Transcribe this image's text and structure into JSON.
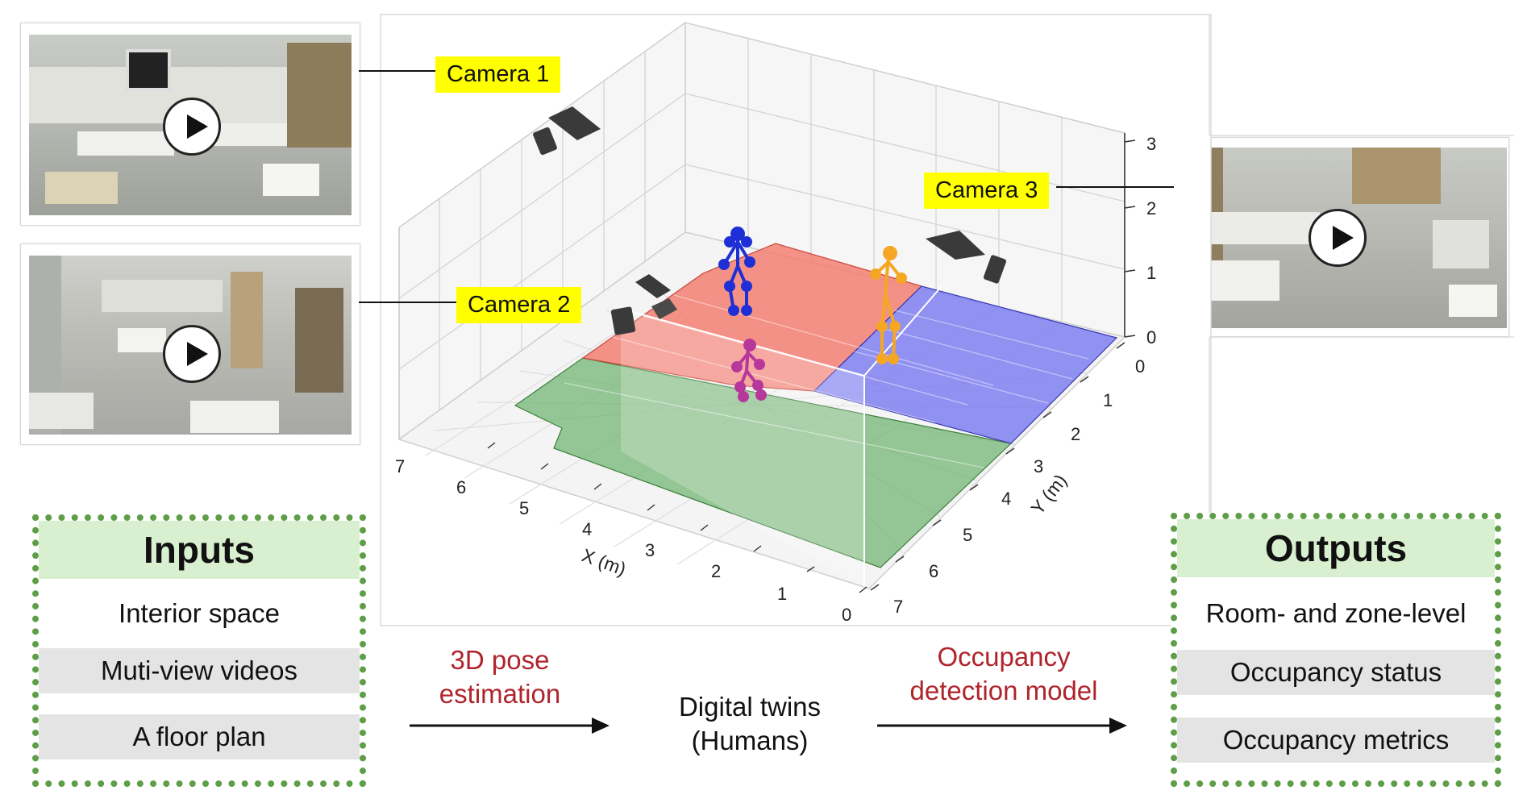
{
  "cameras": {
    "camera1": "Camera 1",
    "camera2": "Camera 2",
    "camera3": "Camera 3"
  },
  "plot": {
    "x_axis_label": "X (m)",
    "y_axis_label": "Y (m)",
    "x_ticks": [
      "0",
      "1",
      "2",
      "3",
      "4",
      "5",
      "6",
      "7"
    ],
    "y_ticks": [
      "0",
      "1",
      "2",
      "3",
      "4",
      "5",
      "6",
      "7"
    ],
    "z_ticks": [
      "0",
      "1",
      "2",
      "3"
    ],
    "zone_colors": {
      "red": "#f47b6f",
      "blue": "#7b7bf2",
      "green": "#6fb36f"
    },
    "skeleton_colors": {
      "blue": "#1f2fd6",
      "orange": "#f5a623",
      "purple": "#b8379b"
    }
  },
  "inputs": {
    "title": "Inputs",
    "items": [
      "Interior space",
      "Muti-view videos",
      "A floor plan"
    ]
  },
  "outputs": {
    "title": "Outputs",
    "items": [
      "Room- and zone-level",
      "Occupancy status",
      "Occupancy metrics"
    ]
  },
  "flow": {
    "step1": "3D pose estimation",
    "step1_line1": "3D pose",
    "step1_line2": "estimation",
    "middle_line1": "Digital twins",
    "middle_line2": "(Humans)",
    "step2_line1": "Occupancy",
    "step2_line2": "detection model"
  }
}
